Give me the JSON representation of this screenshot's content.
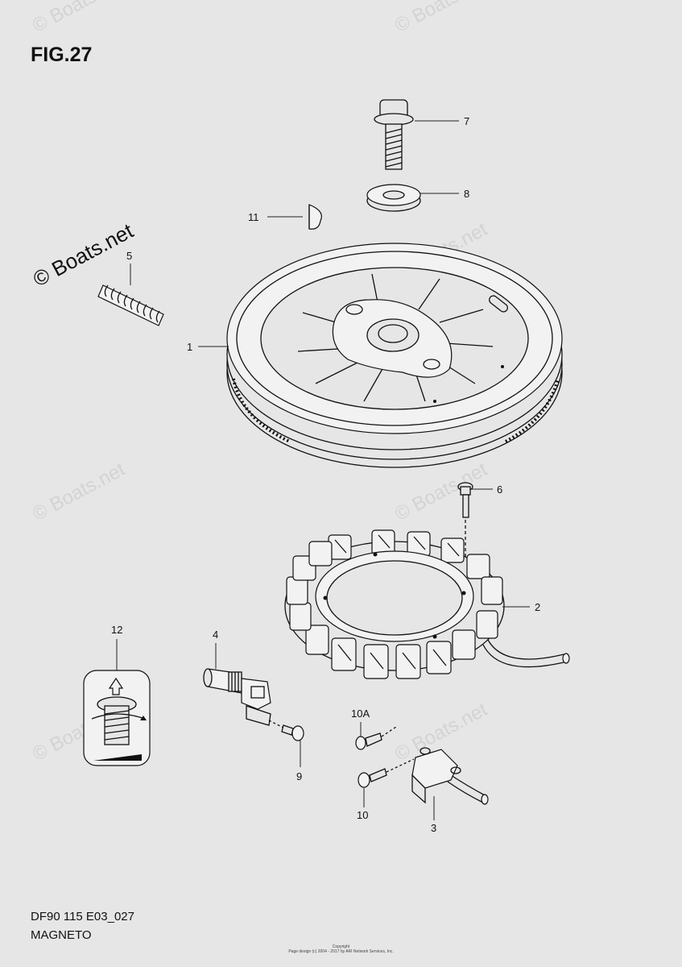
{
  "figure": {
    "title": "FIG.27"
  },
  "watermark": {
    "text": "© Boats.net"
  },
  "callouts": {
    "c1": "1",
    "c2": "2",
    "c3": "3",
    "c4": "4",
    "c5": "5",
    "c6": "6",
    "c7": "7",
    "c8": "8",
    "c9": "9",
    "c10": "10",
    "c10a": "10A",
    "c11": "11",
    "c12": "12"
  },
  "footer": {
    "code": "DF90 115 E03_027",
    "name": "MAGNETO",
    "copyright_line1": "Copyright",
    "copyright_line2": "Page design (c) 2004 - 2017 by ARI Network Services, Inc."
  },
  "colors": {
    "background": "#e6e6e6",
    "line": "#111111",
    "watermark": "#d3d3d3"
  }
}
